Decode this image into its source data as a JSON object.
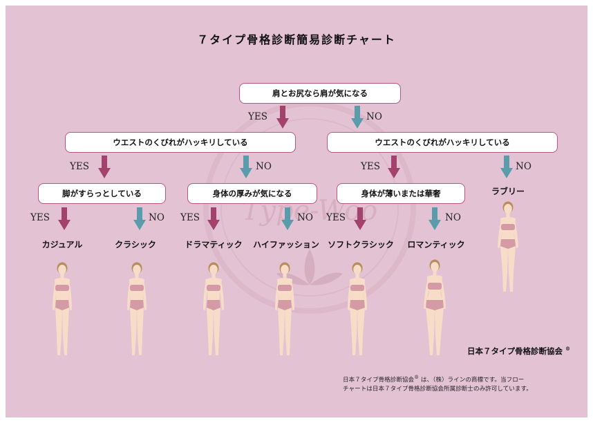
{
  "title": "７タイプ骨格診断簡易診断チャート",
  "questions": {
    "q1": "肩とお尻なら肩が気になる",
    "q2_left": "ウエストのくびれがハッキリしている",
    "q2_right": "ウエストのくびれがハッキリしている",
    "q3_a": "脚がすらっとしている",
    "q3_b": "身体の厚みが気になる",
    "q3_c": "身体が薄いまたは華奢"
  },
  "answers": {
    "yes": "YES",
    "no": "NO"
  },
  "types": {
    "casual": "カジュアル",
    "classic": "クラシック",
    "dramatic": "ドラマティック",
    "high_fashion": "ハイファッション",
    "soft_classic": "ソフトクラシック",
    "romantic": "ロマンティック",
    "lovely": "ラブリー"
  },
  "association": "日本７タイプ骨格診断協会",
  "registered_mark": "®",
  "trademark_line1": "日本７タイプ骨格診断協会",
  "trademark_line1_rest": "は、（株）ラインの商標です。当フロー",
  "trademark_line2": "チャートは日本７タイプ骨格診断協会所属診断士のみ許可しています。",
  "watermark_text": "Type-Woo",
  "colors": {
    "background": "#e3c3d3",
    "yes_arrow": "#a3426c",
    "no_arrow": "#5a9cab",
    "box_border": "#b8547e",
    "skin": "#f7dcc7",
    "underwear": "#d49aa6",
    "hair": "#b98c5e"
  }
}
